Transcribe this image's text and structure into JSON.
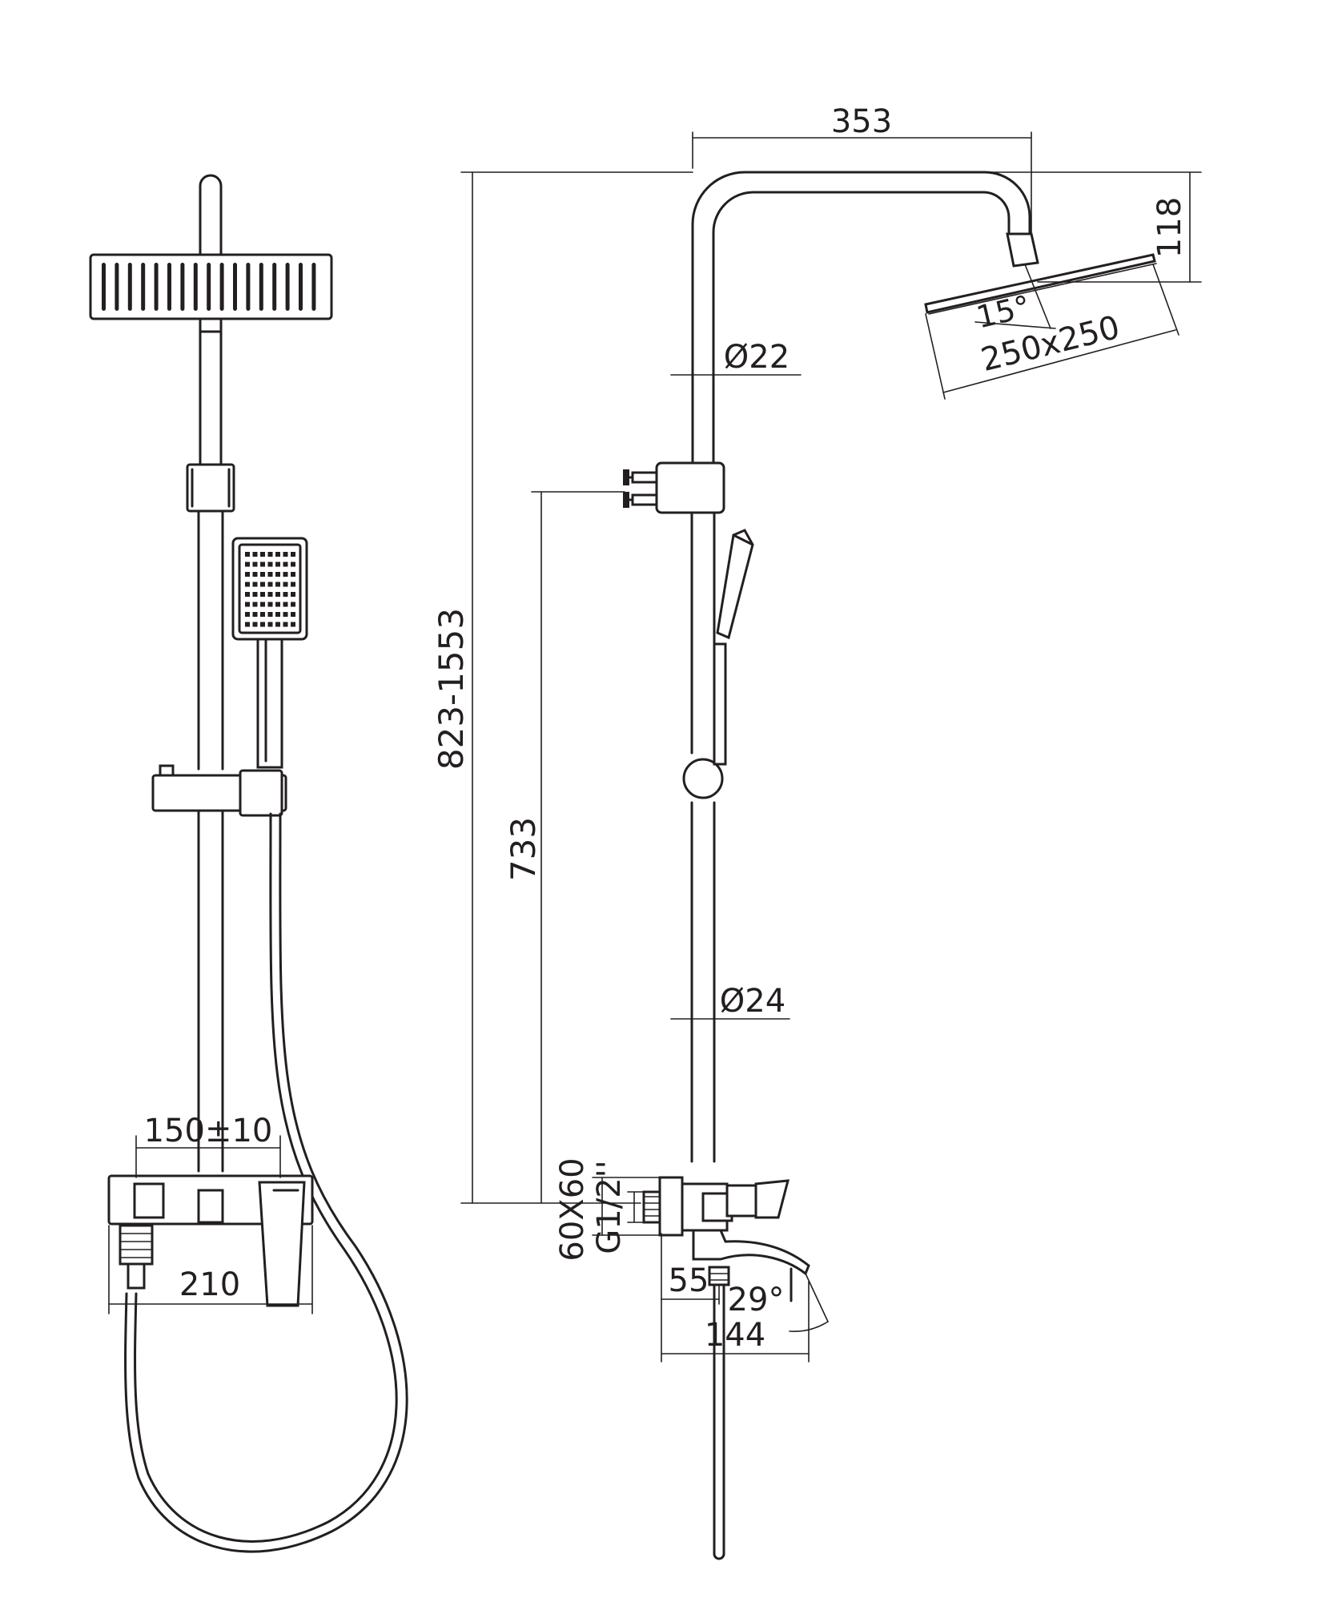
{
  "dimensions": {
    "mixer_spacing": "150±10",
    "mixer_width": "210",
    "arm_length": "353",
    "head_drop": "118",
    "head_tilt": "15°",
    "head_size": "250x250",
    "upper_pipe_dia": "Ø22",
    "total_height": "823-1553",
    "riser_height": "733",
    "lower_pipe_dia": "Ø24",
    "wall_plate": "60X60",
    "inlet_thread": "G1/2''",
    "spout_offset": "55",
    "spout_angle": "29°",
    "spout_length": "144"
  }
}
